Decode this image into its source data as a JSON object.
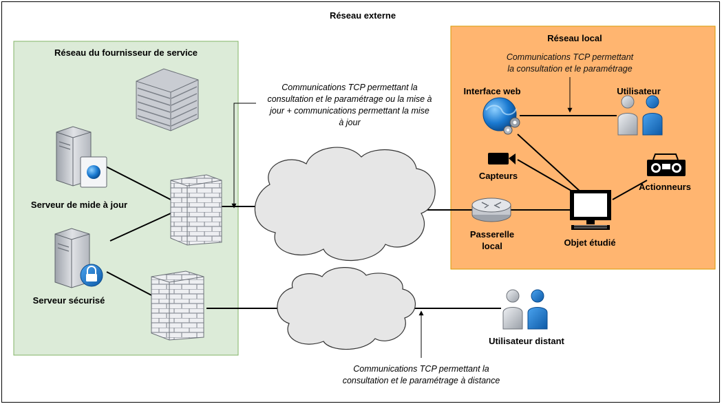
{
  "zones": {
    "external": "Réseau externe",
    "provider": "Réseau du fournisseur de service",
    "local": "Réseau local"
  },
  "nodes": {
    "update_server": "Serveur de mide à jour",
    "secure_server": "Serveur sécurisé",
    "web_interface": "Interface web",
    "user": "Utilisateur",
    "sensors": "Capteurs",
    "actuators": "Actionneurs",
    "gateway_line1": "Passerelle",
    "gateway_line2": "local",
    "studied_object": "Objet étudié",
    "remote_user": "Utilisateur distant"
  },
  "notes": {
    "local_comm": [
      "Communications TCP permettant",
      "la consultation et le paramétrage"
    ],
    "update_comm": [
      "Communications TCP permettant la",
      "consultation et le paramétrage ou la mise à",
      "jour + communications permettant la mise",
      "à jour"
    ],
    "remote_comm": [
      "Communications TCP permettant la",
      "consultation et le paramétrage à distance"
    ]
  },
  "colors": {
    "provider_bg": "#dcebd8",
    "provider_border": "#82b366",
    "local_bg": "#ffb570",
    "local_border": "#d79b00",
    "cloud": "#e6e6e6",
    "person_blue": "#1e78c8",
    "person_gray": "#c8ccd2"
  }
}
